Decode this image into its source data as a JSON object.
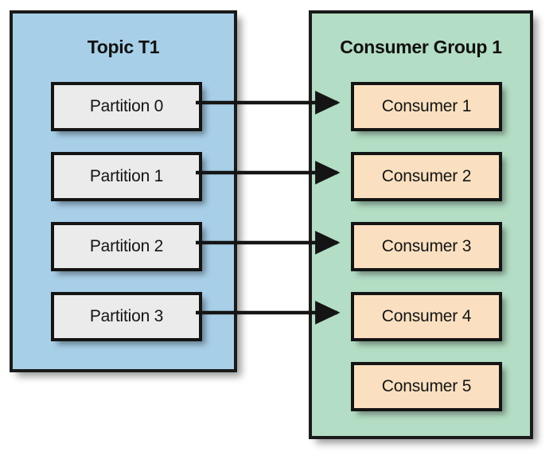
{
  "diagram": {
    "title": "Kafka topic partitions mapped to a consumer group",
    "background": "#ffffff",
    "colors": {
      "topic_panel": "#a8cfe8",
      "group_panel": "#b3ddc4",
      "partition_box": "#ebebeb",
      "consumer_box": "#fae0c0",
      "stroke": "#141414"
    }
  },
  "topic": {
    "title": "Topic T1",
    "partitions": [
      {
        "label": "Partition 0"
      },
      {
        "label": "Partition 1"
      },
      {
        "label": "Partition 2"
      },
      {
        "label": "Partition 3"
      }
    ]
  },
  "consumer_group": {
    "title": "Consumer Group 1",
    "consumers": [
      {
        "label": "Consumer 1"
      },
      {
        "label": "Consumer 2"
      },
      {
        "label": "Consumer 3"
      },
      {
        "label": "Consumer 4"
      },
      {
        "label": "Consumer 5"
      }
    ]
  },
  "connections": [
    {
      "from": "Partition 0",
      "to": "Consumer 1"
    },
    {
      "from": "Partition 1",
      "to": "Consumer 2"
    },
    {
      "from": "Partition 2",
      "to": "Consumer 3"
    },
    {
      "from": "Partition 3",
      "to": "Consumer 4"
    }
  ]
}
